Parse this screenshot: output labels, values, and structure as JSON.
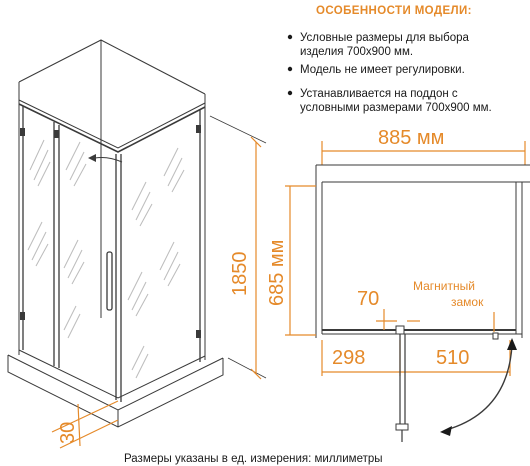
{
  "features": {
    "heading": "ОСОБЕННОСТИ МОДЕЛИ:",
    "items": [
      [
        "Условные размеры для выбора",
        "изделия 700х900 мм."
      ],
      [
        "Модель не имеет регулировки."
      ],
      [
        "Устанавливается на поддон с",
        "условными размерами 700х900 мм."
      ]
    ]
  },
  "dimensions": {
    "height": "1850",
    "base": "30",
    "width": "885 мм",
    "depth": "685 мм",
    "hinge_gap": "70",
    "left_panel": "298",
    "right_panel": "510"
  },
  "labels": {
    "magnet_line1": "Магнитный",
    "magnet_line2": "замок"
  },
  "footnote": "Размеры указаны в ед. измерения: миллиметры"
}
